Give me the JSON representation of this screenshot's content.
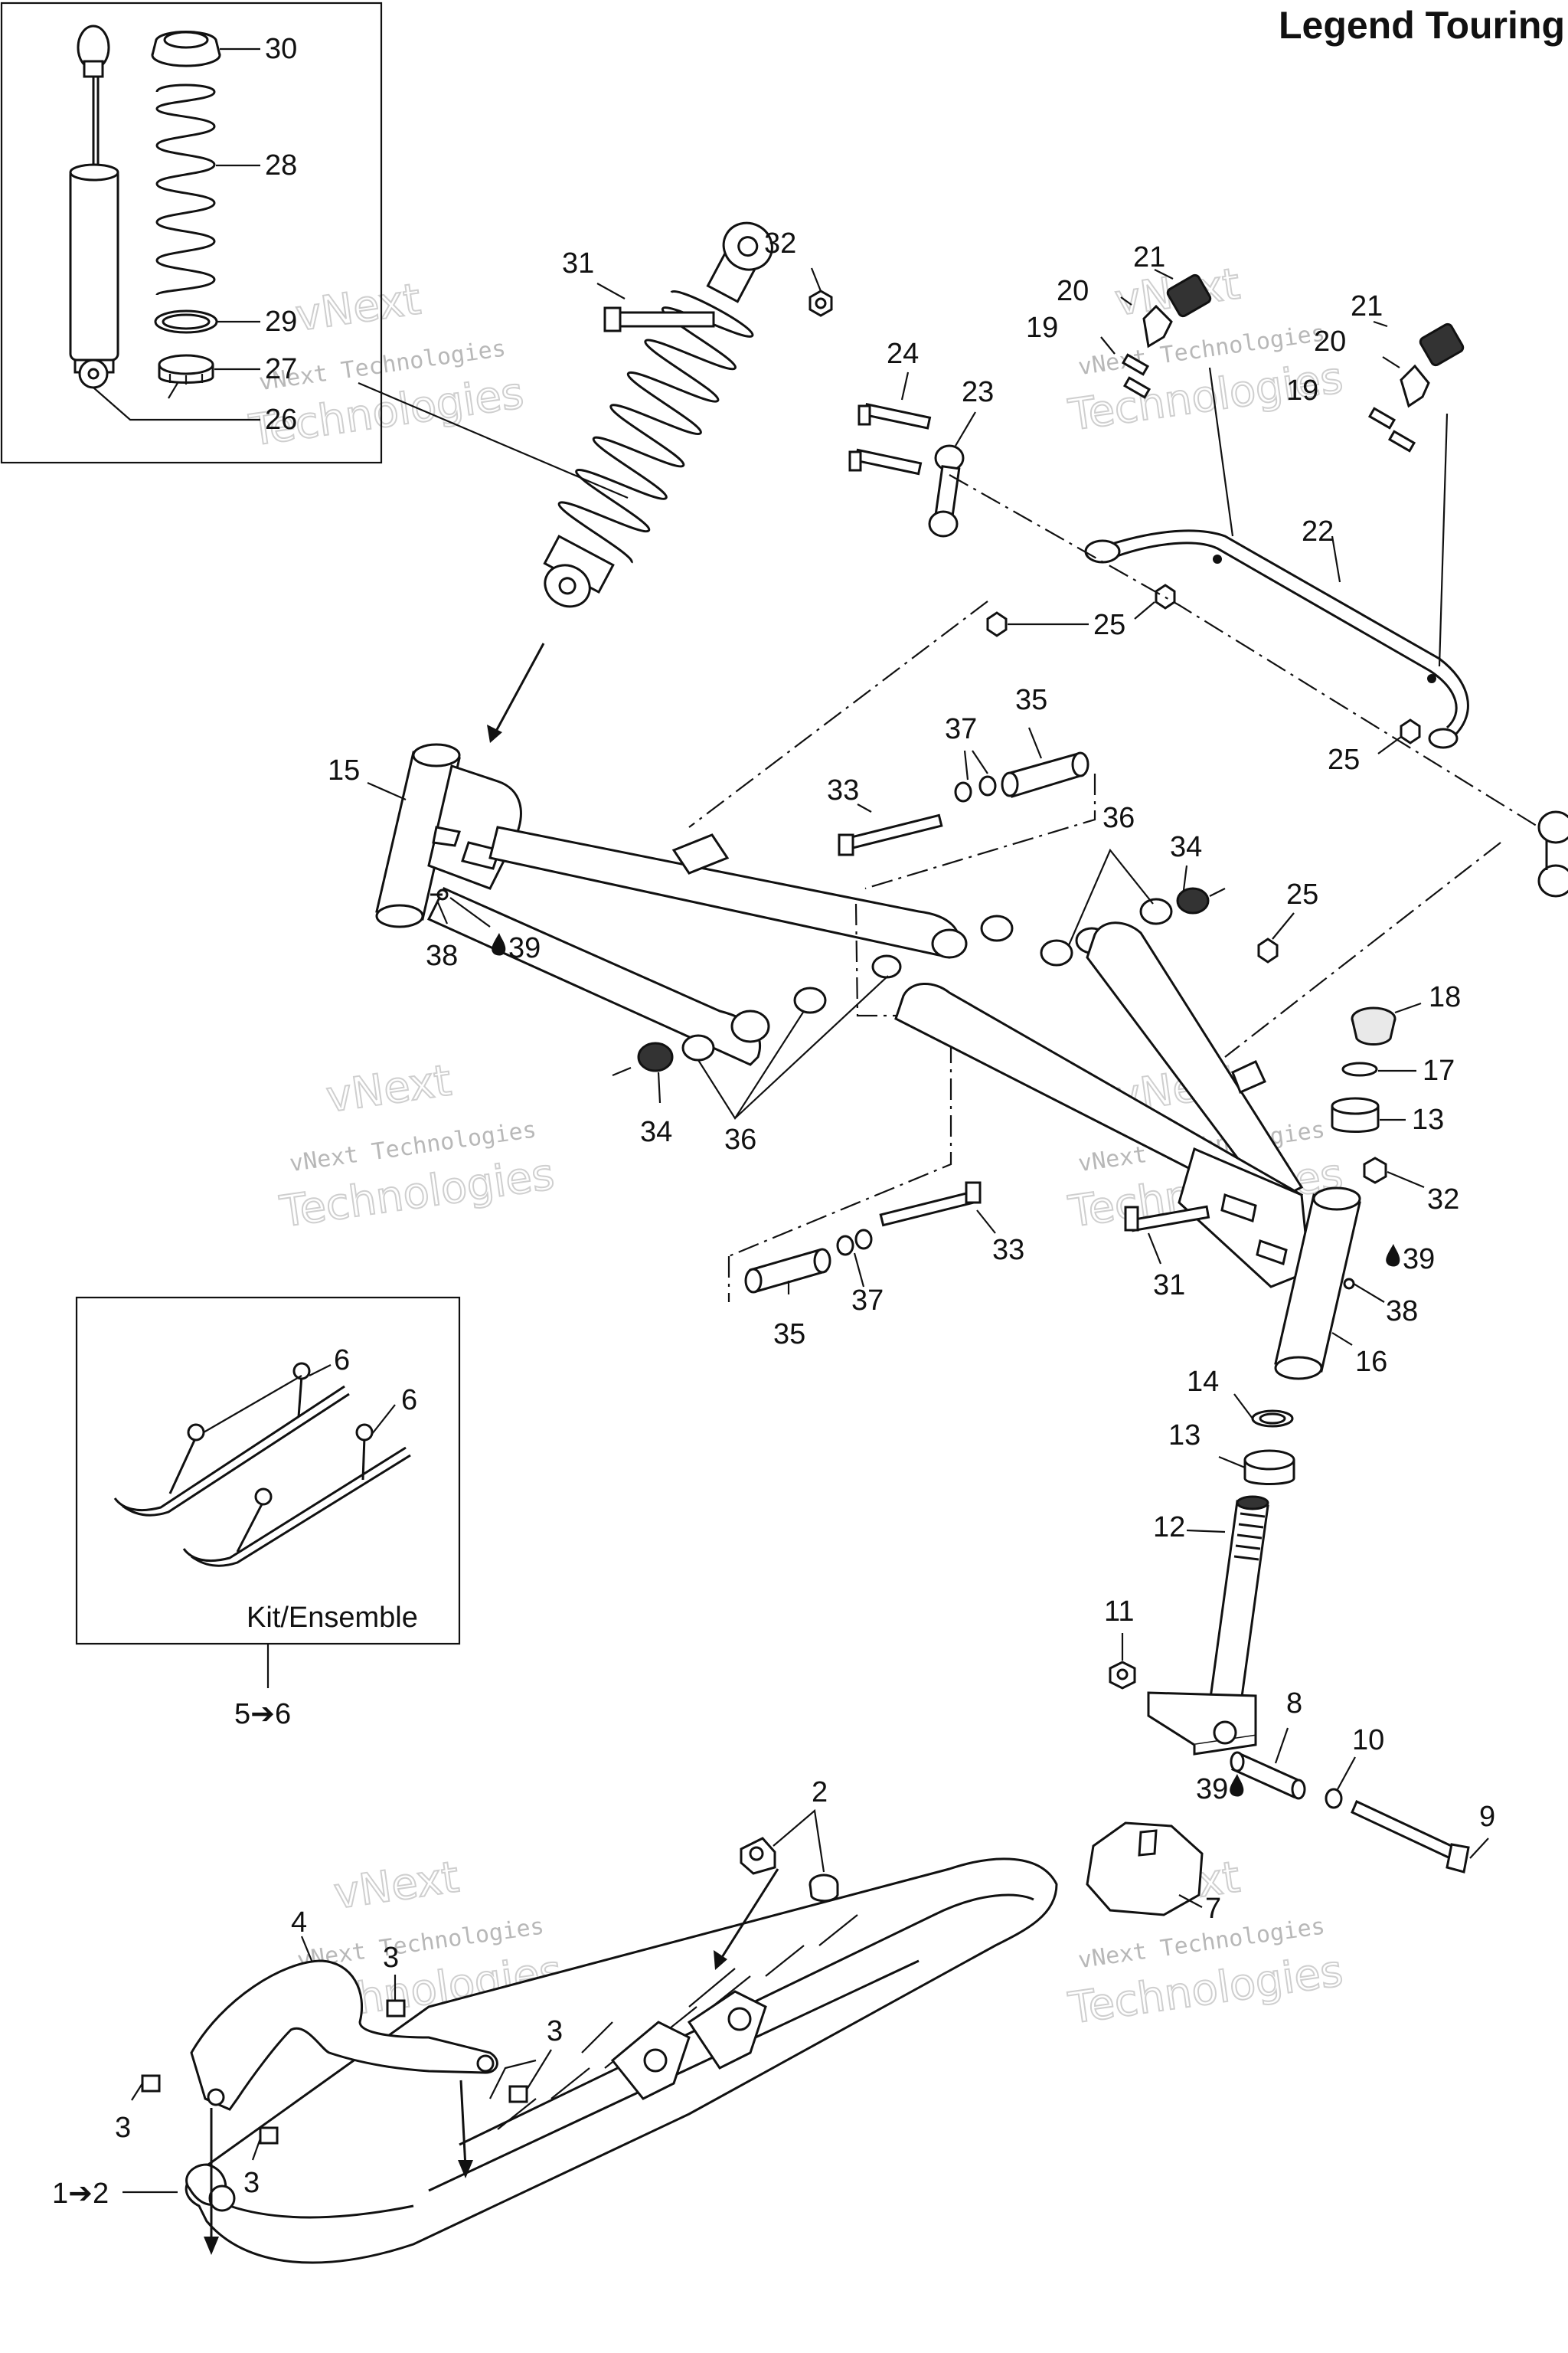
{
  "title": "Legend Touring",
  "kit_label": "Kit/Ensemble",
  "watermark": {
    "line1": "vNext Technologies",
    "line2a": "vNext",
    "line2b": "Technologies"
  },
  "callouts": {
    "c30": "30",
    "c28": "28",
    "c29": "29",
    "c27": "27",
    "c26": "26",
    "c31a": "31",
    "c32a": "32",
    "c24": "24",
    "c23": "23",
    "c21a": "21",
    "c20a": "20",
    "c19a": "19",
    "c21b": "21",
    "c20b": "20",
    "c19b": "19",
    "c22": "22",
    "c25a": "25",
    "c25b": "25",
    "c25c": "25",
    "c15": "15",
    "c33a": "33",
    "c37a": "37",
    "c35a": "35",
    "c36a": "36",
    "c34a": "34",
    "c38a": "38",
    "c39a": "39",
    "c34b": "34",
    "c36b": "36",
    "c18": "18",
    "c17": "17",
    "c13a": "13",
    "c32b": "32",
    "c33b": "33",
    "c35b": "35",
    "c37b": "37",
    "c31b": "31",
    "c39b": "39",
    "c38b": "38",
    "c16": "16",
    "c14": "14",
    "c13b": "13",
    "c12": "12",
    "c11": "11",
    "c8": "8",
    "c10": "10",
    "c9": "9",
    "c39c": "39",
    "c6a": "6",
    "c6b": "6",
    "c5to6": "5➔6",
    "c2": "2",
    "c7": "7",
    "c4": "4",
    "c3a": "3",
    "c3b": "3",
    "c3c": "3",
    "c3d": "3",
    "c1to2": "1➔2"
  }
}
